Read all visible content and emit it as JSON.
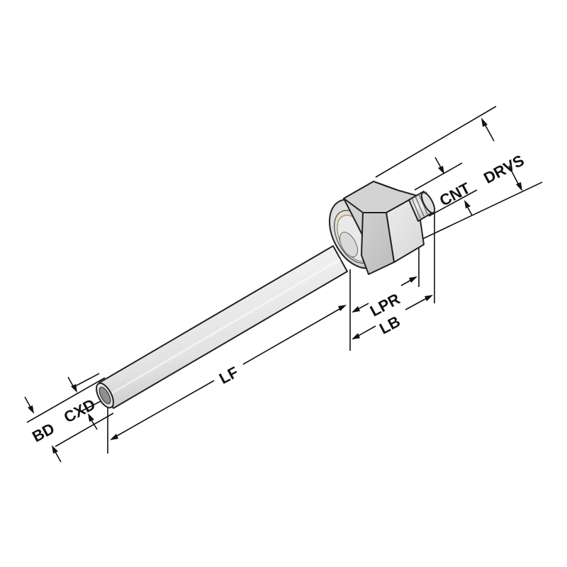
{
  "diagram": {
    "type": "technical-dimension-drawing",
    "subject": "tube shank with hex nut and threaded end",
    "colors": {
      "background": "#ffffff",
      "line": "#111111",
      "metal_light": "#ececec",
      "metal_mid": "#d4d4d4",
      "metal_dark": "#b8b8b8",
      "bore": "#8f8f8f",
      "washer_tint": "#e8dccb"
    },
    "labels": {
      "bd": "BD",
      "cxd": "CXD",
      "lf": "LF",
      "lpr": "LPR",
      "lb": "LB",
      "cnt": "CNT",
      "drvs": "DRVS"
    }
  }
}
